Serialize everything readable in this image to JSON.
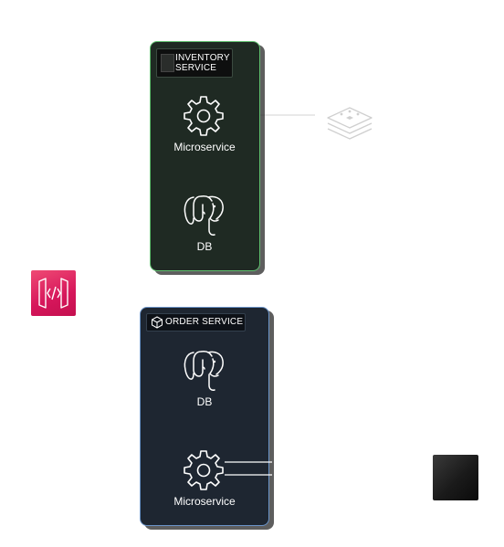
{
  "inventory_service": {
    "title_line1": "INVENTORY",
    "title_line2": "SERVICE",
    "microservice_label": "Microservice",
    "db_label": "DB"
  },
  "order_service": {
    "title": "ORDER SERVICE",
    "db_label": "DB",
    "microservice_label": "Microservice"
  },
  "icons": {
    "api_gateway": "api-gateway-icon",
    "cache_layers": "layers-icon",
    "microservice": "gear-icon",
    "database": "postgresql-elephant-icon",
    "service_box": "package-icon"
  },
  "colors": {
    "inventory_border": "#5fbf6e",
    "order_border": "#6a93c8",
    "api_gateway": "#d6165b"
  }
}
